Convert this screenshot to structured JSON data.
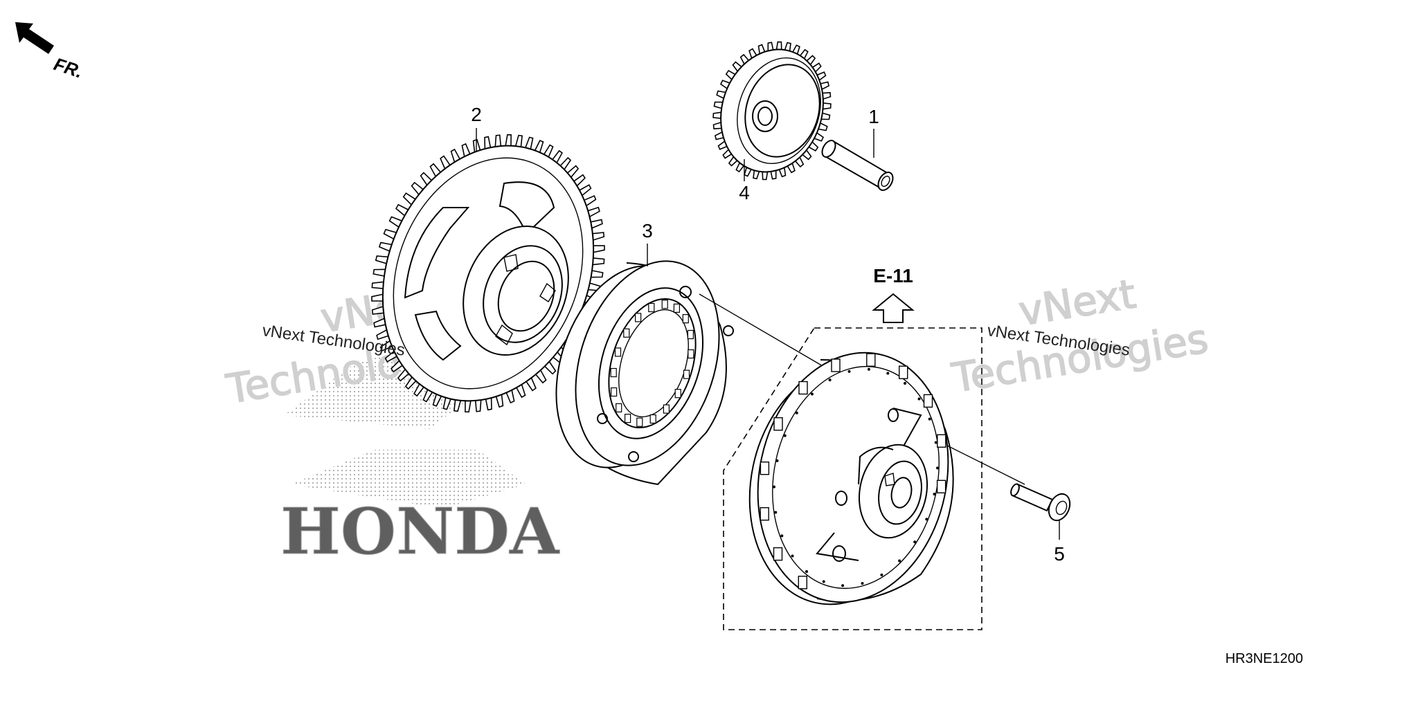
{
  "direction_label": "FR.",
  "reference": {
    "label": "E-11"
  },
  "callouts": [
    {
      "id": "1",
      "text": "1"
    },
    {
      "id": "2",
      "text": "2"
    },
    {
      "id": "3",
      "text": "3"
    },
    {
      "id": "4",
      "text": "4"
    },
    {
      "id": "5",
      "text": "5"
    }
  ],
  "diagram_code": "HR3NE1200",
  "watermarks": {
    "left_small": "vNext Technologies",
    "left_big_top": "vNext",
    "left_big_bottom": "Technologies",
    "right_small": "vNext Technologies",
    "right_big_top": "vNext",
    "right_big_bottom": "Technologies",
    "brand": "HONDA"
  },
  "icons": {
    "direction": "front-arrow-icon",
    "reference": "up-arrow-icon"
  }
}
